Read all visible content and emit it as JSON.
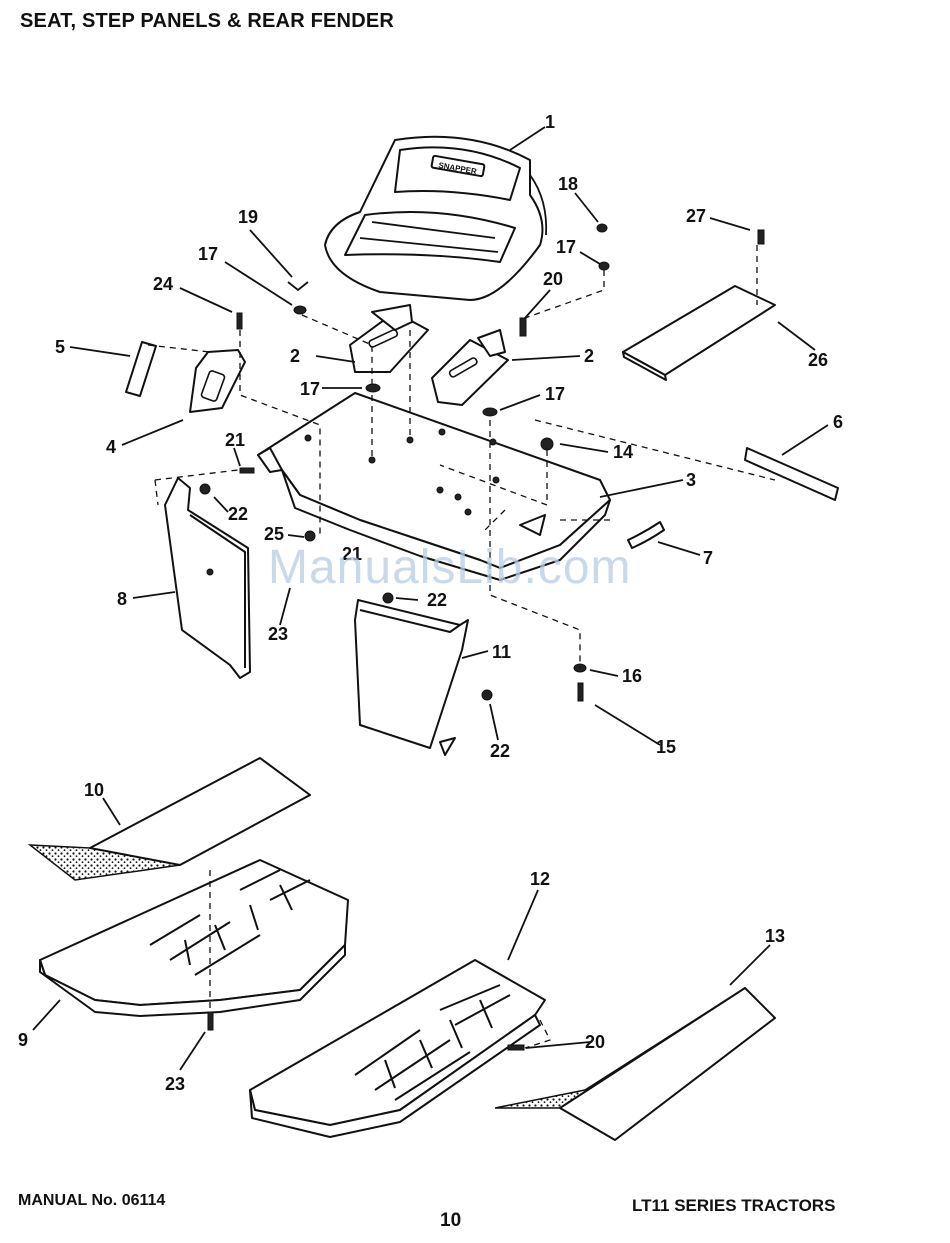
{
  "header": {
    "title": "SEAT, STEP PANELS & REAR FENDER"
  },
  "footer": {
    "manual": "MANUAL No. 06114",
    "page": "10",
    "series": "LT11 SERIES TRACTORS"
  },
  "watermark": "ManualsLib.com",
  "seat_brand": "SNAPPER",
  "callouts": [
    {
      "id": "c1",
      "label": "1"
    },
    {
      "id": "c2a",
      "label": "2"
    },
    {
      "id": "c2b",
      "label": "2"
    },
    {
      "id": "c3",
      "label": "3"
    },
    {
      "id": "c4",
      "label": "4"
    },
    {
      "id": "c5",
      "label": "5"
    },
    {
      "id": "c6",
      "label": "6"
    },
    {
      "id": "c7",
      "label": "7"
    },
    {
      "id": "c8",
      "label": "8"
    },
    {
      "id": "c9",
      "label": "9"
    },
    {
      "id": "c10",
      "label": "10"
    },
    {
      "id": "c11",
      "label": "11"
    },
    {
      "id": "c12",
      "label": "12"
    },
    {
      "id": "c13",
      "label": "13"
    },
    {
      "id": "c14",
      "label": "14"
    },
    {
      "id": "c15",
      "label": "15"
    },
    {
      "id": "c16",
      "label": "16"
    },
    {
      "id": "c17a",
      "label": "17"
    },
    {
      "id": "c17b",
      "label": "17"
    },
    {
      "id": "c17c",
      "label": "17"
    },
    {
      "id": "c17d",
      "label": "17"
    },
    {
      "id": "c18",
      "label": "18"
    },
    {
      "id": "c19",
      "label": "19"
    },
    {
      "id": "c20a",
      "label": "20"
    },
    {
      "id": "c20b",
      "label": "20"
    },
    {
      "id": "c21a",
      "label": "21"
    },
    {
      "id": "c21b",
      "label": "21"
    },
    {
      "id": "c22a",
      "label": "22"
    },
    {
      "id": "c22b",
      "label": "22"
    },
    {
      "id": "c22c",
      "label": "22"
    },
    {
      "id": "c23a",
      "label": "23"
    },
    {
      "id": "c23b",
      "label": "23"
    },
    {
      "id": "c24",
      "label": "24"
    },
    {
      "id": "c25",
      "label": "25"
    },
    {
      "id": "c26",
      "label": "26"
    },
    {
      "id": "c27",
      "label": "27"
    }
  ]
}
